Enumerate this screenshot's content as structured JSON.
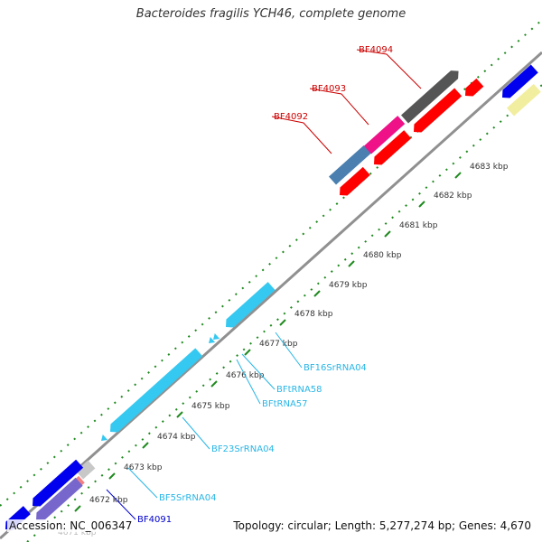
{
  "title": "Bacteroides fragilis YCH46, complete genome",
  "footer": {
    "accession": "Accession: NC_006347",
    "stats": "Topology: circular; Length: 5,277,274 bp; Genes: 4,670"
  },
  "colors": {
    "backbone": "#9a9a9a",
    "ticks": "#1f8a1f",
    "rna_label": "#29b6e6",
    "gene_label": "#cc0000",
    "blue_gene_label": "#0000cc",
    "cds_red": "#ff0000",
    "cds_dark": "#555555",
    "cds_pink": "#ee1188",
    "cds_steel": "#4a7fb0",
    "rna_fill": "#35c8f0",
    "cds_blue": "#0000ee",
    "cds_yellow": "#f2eea0",
    "cds_purple": "#7766cc",
    "cds_grey": "#c8c8c8",
    "cds_salmon": "#f28080"
  },
  "kbp_labels": [
    "4672 kbp",
    "4673 kbp",
    "4674 kbp",
    "4675 kbp",
    "4676 kbp",
    "4677 kbp",
    "4678 kbp",
    "4679 kbp",
    "4680 kbp",
    "4681 kbp",
    "4682 kbp",
    "4683 kbp"
  ],
  "partial_label": "4671 kbp",
  "gene_labels": [
    {
      "text": "BF4094",
      "kind": "gene"
    },
    {
      "text": "BF4093",
      "kind": "gene"
    },
    {
      "text": "BF4092",
      "kind": "gene"
    },
    {
      "text": "BF16SrRNA04",
      "kind": "rna"
    },
    {
      "text": "BFtRNA58",
      "kind": "rna"
    },
    {
      "text": "BFtRNA57",
      "kind": "rna"
    },
    {
      "text": "BF23SrRNA04",
      "kind": "rna"
    },
    {
      "text": "BF5SrRNA04",
      "kind": "rna"
    },
    {
      "text": "BF4091",
      "kind": "blue"
    }
  ]
}
